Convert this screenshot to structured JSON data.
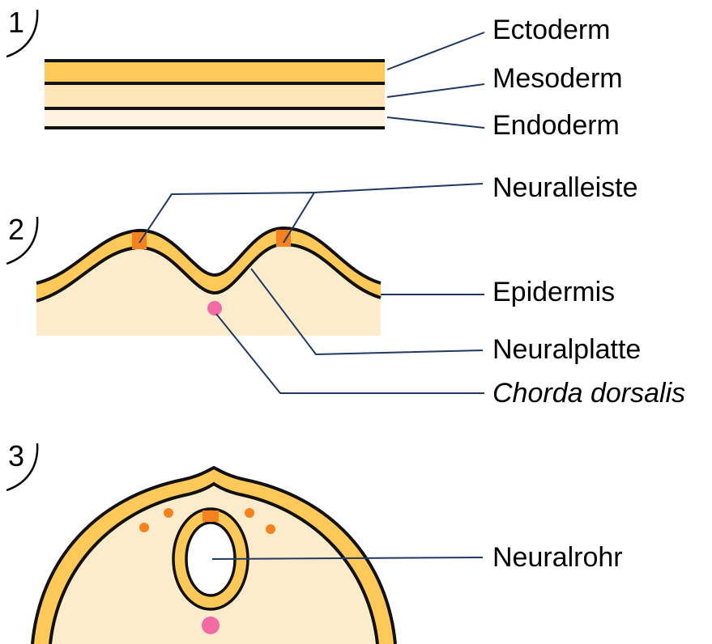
{
  "colors": {
    "ectoderm": "#ffc95a",
    "mesoderm": "#ffe6b8",
    "endoderm": "#fff3e0",
    "tissue_background": "#fdeccb",
    "neural_crest": "#f5821f",
    "chorda": "#f36ba5",
    "outline": "#111111",
    "leader_line": "#1f3864"
  },
  "panels": [
    {
      "step": "1",
      "labels": [
        "Ectoderm",
        "Mesoderm",
        "Endoderm"
      ]
    },
    {
      "step": "2",
      "labels": [
        "Neuralleiste",
        "Epidermis",
        "Neuralplatte",
        "Chorda dorsalis"
      ]
    },
    {
      "step": "3",
      "labels": [
        "Neuralrohr"
      ]
    }
  ]
}
